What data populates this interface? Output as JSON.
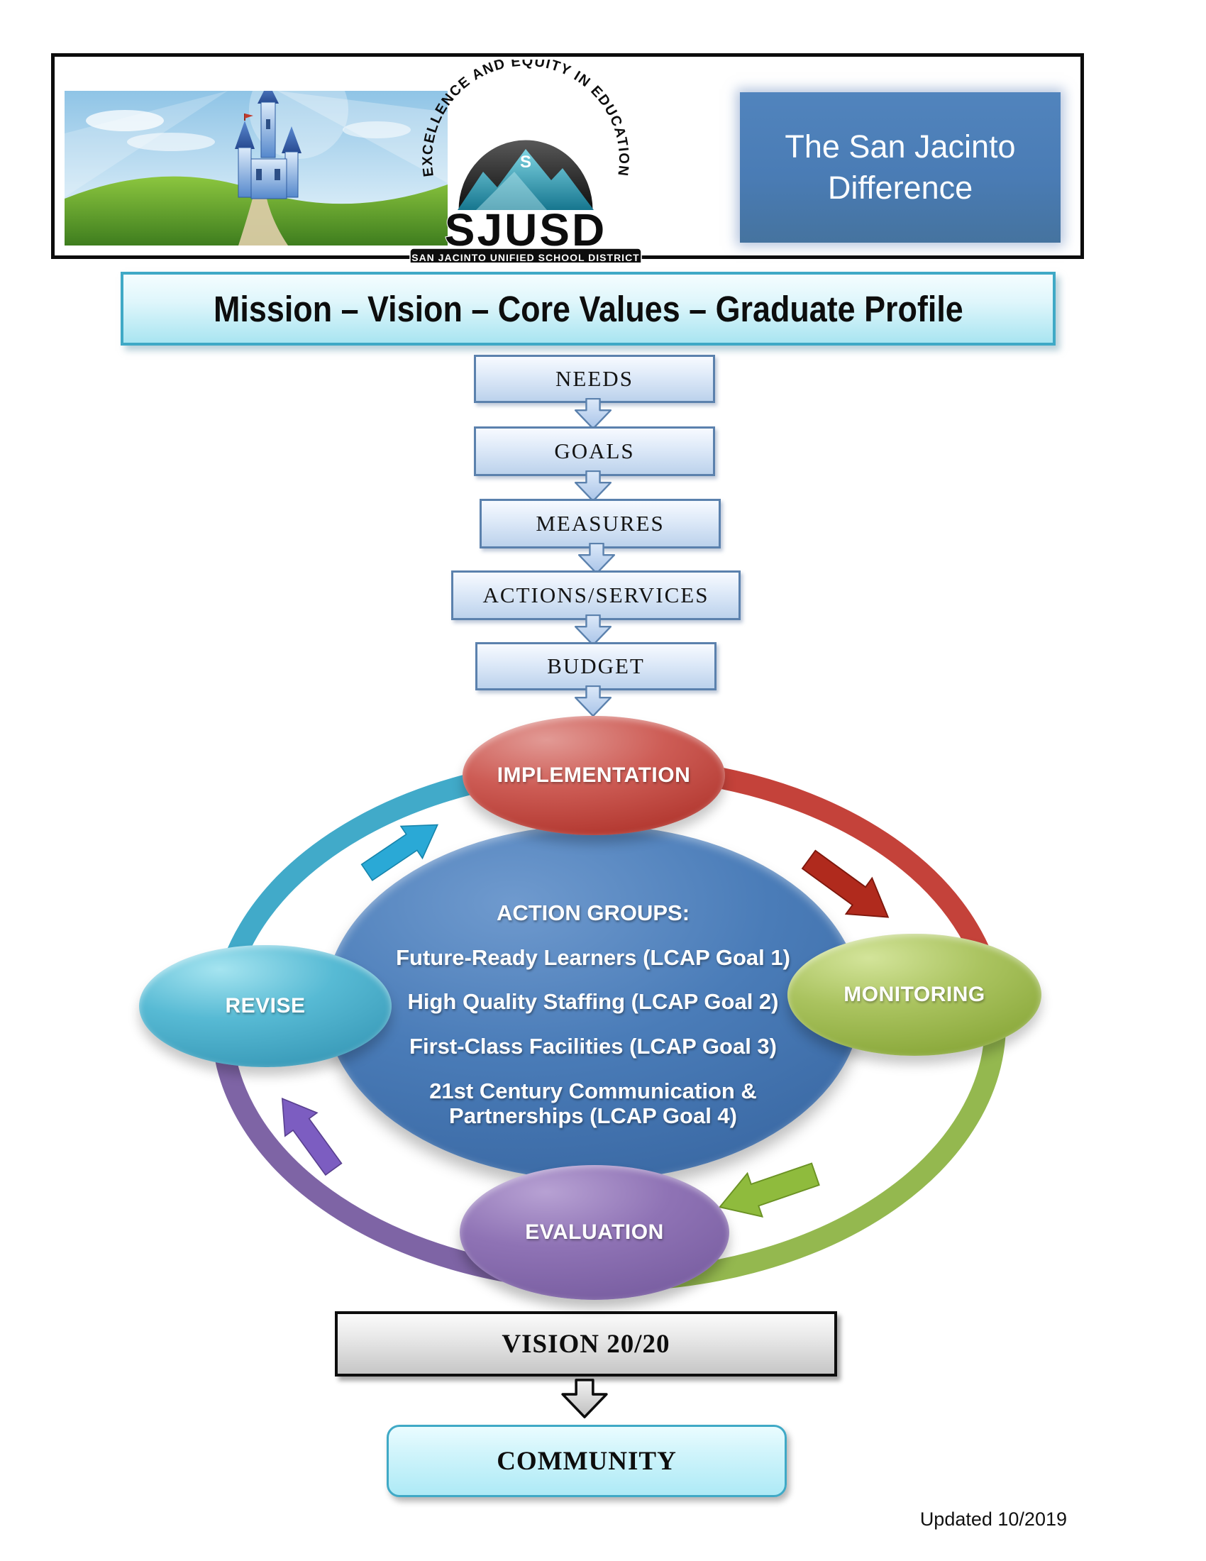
{
  "header": {
    "logo": {
      "arc_text": "EXCELLENCE AND EQUITY IN EDUCATION",
      "s_mark": "S",
      "acronym": "SJUSD",
      "district_name": "SAN JACINTO UNIFIED SCHOOL DISTRICT"
    },
    "tagline": "The San Jacinto Difference"
  },
  "banner": {
    "title": "Mission – Vision – Core Values – Graduate Profile"
  },
  "flow": {
    "steps": [
      "NEEDS",
      "GOALS",
      "MEASURES",
      "ACTIONS/SERVICES",
      "BUDGET"
    ]
  },
  "cycle": {
    "stages": [
      {
        "label": "IMPLEMENTATION",
        "color": "#C0504D"
      },
      {
        "label": "MONITORING",
        "color": "#9BBB59"
      },
      {
        "label": "EVALUATION",
        "color": "#8064A2"
      },
      {
        "label": "REVISE",
        "color": "#4BACC6"
      }
    ],
    "center": {
      "heading": "ACTION GROUPS:",
      "items": [
        "Future-Ready Learners (LCAP Goal 1)",
        "High Quality Staffing (LCAP Goal 2)",
        "First-Class Facilities (LCAP Goal 3)",
        "21st Century Communication & Partnerships  (LCAP Goal 4)"
      ],
      "color": "#4F81BD"
    }
  },
  "outcome": {
    "vision_label": "VISION 20/20",
    "community_label": "COMMUNITY"
  },
  "footer": {
    "updated": "Updated 10/2019"
  }
}
